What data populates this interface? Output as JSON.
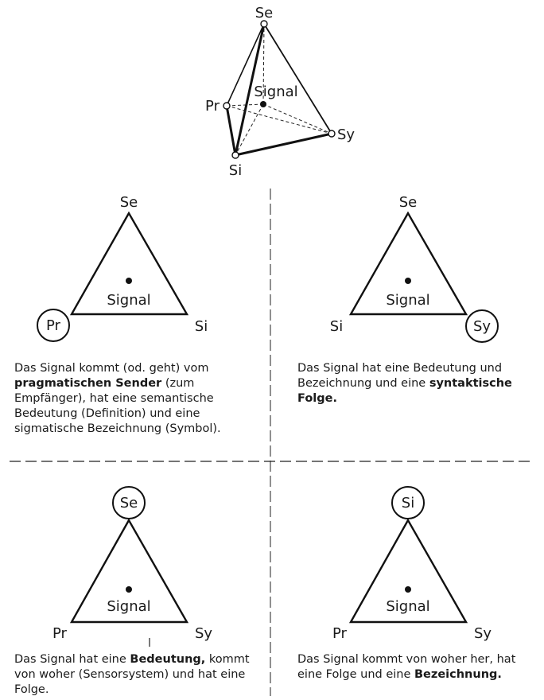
{
  "tetrahedron": {
    "vertex_top": "Se",
    "vertex_left": "Pr",
    "vertex_right": "Sy",
    "vertex_bottom": "Si",
    "center": "Signal"
  },
  "panels": [
    {
      "top": "Se",
      "left": "Pr",
      "right": "Si",
      "center": "Signal",
      "circled": "left",
      "caption": [
        {
          "text": "Das Signal kommt (od. geht) vom ",
          "bold": false
        },
        {
          "text": "pragmatischen Sender",
          "bold": true
        },
        {
          "text": " (zum Empfänger), hat eine semantische Bedeutung (Definition) und eine sigmatische  Bezeichnung (Symbol).",
          "bold": false
        }
      ]
    },
    {
      "top": "Se",
      "left": "Si",
      "right": "Sy",
      "center": "Signal",
      "circled": "right",
      "caption": [
        {
          "text": "Das Signal hat eine Bedeutung und Bezeichnung und eine ",
          "bold": false
        },
        {
          "text": "syntaktische Folge.",
          "bold": true
        }
      ]
    },
    {
      "top": "Se",
      "left": "Pr",
      "right": "Sy",
      "center": "Signal",
      "circled": "top",
      "caption": [
        {
          "text": "Das Signal hat eine ",
          "bold": false
        },
        {
          "text": "Bedeutung,",
          "bold": true
        },
        {
          "text": " kommt von woher (Sensorsystem) und hat eine Folge.",
          "bold": false
        }
      ]
    },
    {
      "top": "Si",
      "left": "Pr",
      "right": "Sy",
      "center": "Signal",
      "circled": "top",
      "caption": [
        {
          "text": "Das Signal kommt von woher her, hat eine Folge und eine ",
          "bold": false
        },
        {
          "text": "Bezeichnung.",
          "bold": true
        }
      ]
    }
  ]
}
